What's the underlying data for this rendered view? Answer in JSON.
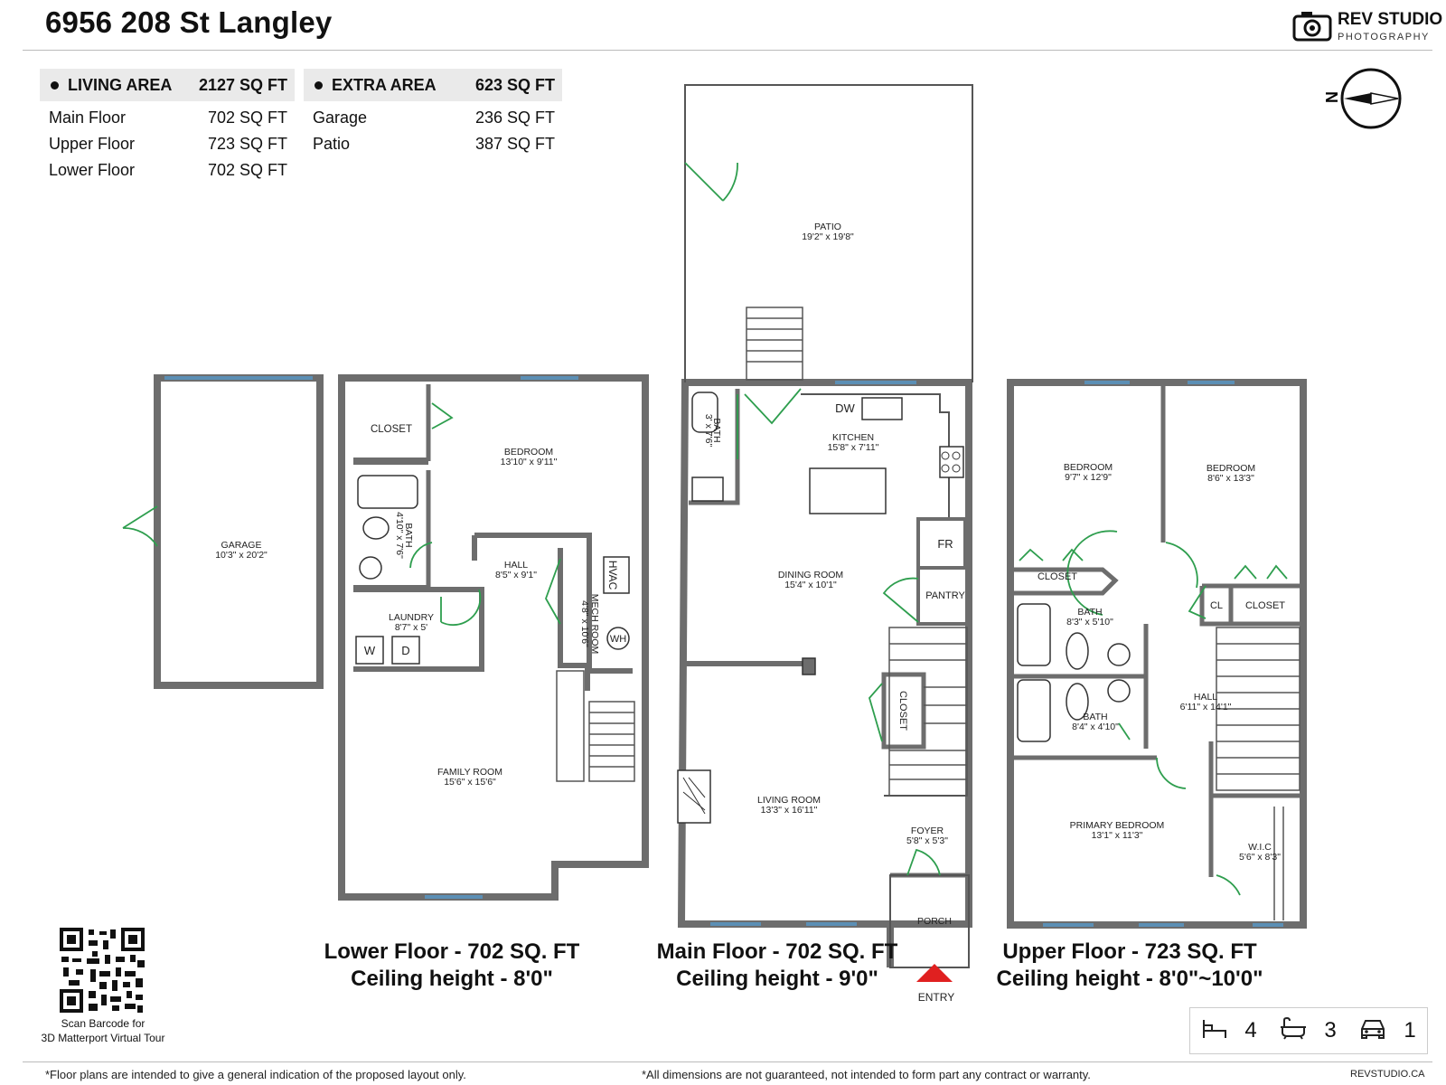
{
  "title": "6956 208 St Langley",
  "logo": {
    "name": "REV STUDIO",
    "sub": "PHOTOGRAPHY"
  },
  "living_area": {
    "label": "LIVING AREA",
    "total": "2127 SQ FT",
    "rows": [
      {
        "label": "Main Floor",
        "value": "702 SQ FT"
      },
      {
        "label": "Upper Floor",
        "value": "723 SQ FT"
      },
      {
        "label": "Lower Floor",
        "value": "702 SQ FT"
      }
    ]
  },
  "extra_area": {
    "label": "EXTRA AREA",
    "total": "623 SQ FT",
    "rows": [
      {
        "label": "Garage",
        "value": "236 SQ FT"
      },
      {
        "label": "Patio",
        "value": "387 SQ FT"
      }
    ]
  },
  "compass": {
    "label": "N"
  },
  "rooms": {
    "garage": {
      "name": "GARAGE",
      "dim": "10'3\" x 20'2\""
    },
    "lower_closet": {
      "name": "CLOSET"
    },
    "lower_bedroom": {
      "name": "BEDROOM",
      "dim": "13'10\" x 9'11\""
    },
    "lower_bath": {
      "name": "BATH",
      "dim": "4'10\" x 7'6\""
    },
    "lower_hall": {
      "name": "HALL",
      "dim": "8'5\" x 9'1\""
    },
    "hvac": {
      "name": "HVAC"
    },
    "mech_room": {
      "name": "MECH ROOM",
      "dim": "4'8\" x 10'6\""
    },
    "wh": {
      "name": "WH"
    },
    "laundry": {
      "name": "LAUNDRY",
      "dim": "8'7\" x 5'"
    },
    "washer": {
      "name": "W"
    },
    "dryer": {
      "name": "D"
    },
    "family_room": {
      "name": "FAMILY ROOM",
      "dim": "15'6\" x 15'6\""
    },
    "patio": {
      "name": "PATIO",
      "dim": "19'2\" x 19'8\""
    },
    "main_bath": {
      "name": "BATH",
      "dim": "3' x 7'6\""
    },
    "kitchen": {
      "name": "KITCHEN",
      "dim": "15'8\" x 7'11\""
    },
    "dw": {
      "name": "DW"
    },
    "fr": {
      "name": "FR"
    },
    "pantry": {
      "name": "PANTRY"
    },
    "dining_room": {
      "name": "DINING ROOM",
      "dim": "15'4\" x 10'1\""
    },
    "main_closet": {
      "name": "CLOSET"
    },
    "living_room": {
      "name": "LIVING ROOM",
      "dim": "13'3\" x 16'11\""
    },
    "foyer": {
      "name": "FOYER",
      "dim": "5'8\" x 5'3\""
    },
    "porch": {
      "name": "PORCH"
    },
    "entry": {
      "name": "ENTRY"
    },
    "upper_bedroom1": {
      "name": "BEDROOM",
      "dim": "9'7\" x 12'9\""
    },
    "upper_bedroom2": {
      "name": "BEDROOM",
      "dim": "8'6\" x 13'3\""
    },
    "upper_closet1": {
      "name": "CLOSET"
    },
    "upper_cl": {
      "name": "CL"
    },
    "upper_closet2": {
      "name": "CLOSET"
    },
    "upper_bath1": {
      "name": "BATH",
      "dim": "8'3\" x 5'10\""
    },
    "upper_bath2": {
      "name": "BATH",
      "dim": "8'4\" x 4'10\""
    },
    "upper_hall": {
      "name": "HALL",
      "dim": "6'11\" x 14'1\""
    },
    "primary_bedroom": {
      "name": "PRIMARY BEDROOM",
      "dim": "13'1\" x 11'3\""
    },
    "wic": {
      "name": "W.I.C",
      "dim": "5'6\" x 8'3\""
    }
  },
  "captions": {
    "lower": {
      "line1": "Lower Floor - 702 SQ. FT",
      "line2": "Ceiling height - 8'0\""
    },
    "main": {
      "line1": "Main Floor - 702 SQ. FT",
      "line2": "Ceiling height - 9'0\""
    },
    "upper": {
      "line1": "Upper Floor - 723 SQ. FT",
      "line2": "Ceiling height - 8'0\"~10'0\""
    }
  },
  "qr": {
    "line1": "Scan Barcode for",
    "line2": "3D Matterport Virtual Tour"
  },
  "stats": {
    "beds": "4",
    "baths": "3",
    "garage": "1"
  },
  "footer": {
    "left": "*Floor plans are intended to give a general indication of the proposed layout only.",
    "middle": "*All dimensions are not guaranteed, not intended to form part any contract or warranty.",
    "right": "REVSTUDIO.CA"
  }
}
